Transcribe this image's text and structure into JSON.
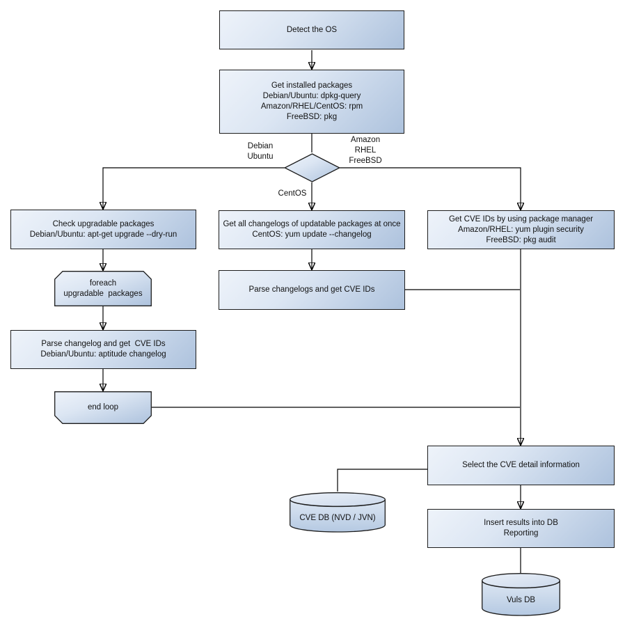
{
  "nodes": {
    "detect_os": {
      "label": "Detect the OS"
    },
    "get_installed_packages": {
      "label": "Get installed packages\nDebian/Ubuntu: dpkg-query\nAmazon/RHEL/CentOS: rpm\nFreeBSD: pkg"
    },
    "check_upgradable": {
      "label": "Check upgradable packages\nDebian/Ubuntu: apt-get upgrade --dry-run"
    },
    "foreach_loop": {
      "label": "foreach\nupgradable  packages"
    },
    "parse_changelog_left": {
      "label": "Parse changelog and get  CVE IDs\nDebian/Ubuntu: aptitude changelog"
    },
    "end_loop": {
      "label": "end loop"
    },
    "get_all_changelogs": {
      "label": "Get all changelogs of updatable packages at once\nCentOS: yum update --changelog"
    },
    "parse_changelogs": {
      "label": "Parse changelogs and get CVE IDs"
    },
    "get_cve_ids": {
      "label": "Get CVE IDs by using package manager\nAmazon/RHEL: yum plugin security\nFreeBSD: pkg audit"
    },
    "select_cve_detail": {
      "label": "Select the CVE detail information"
    },
    "insert_results": {
      "label": "Insert results into DB\nReporting"
    },
    "cve_db": {
      "label": "CVE DB (NVD / JVN)"
    },
    "vuls_db": {
      "label": "Vuls DB"
    }
  },
  "edge_labels": {
    "left_branch": "Debian\nUbuntu",
    "right_branch": "Amazon\nRHEL\nFreeBSD",
    "down_branch": "CentOS"
  },
  "colors": {
    "node_fill_light": "#eef3fa",
    "node_fill_dark": "#adc2dd",
    "node_border": "#1c1c1c",
    "connector": "#000000",
    "background": "#ffffff",
    "text": "#111111"
  }
}
